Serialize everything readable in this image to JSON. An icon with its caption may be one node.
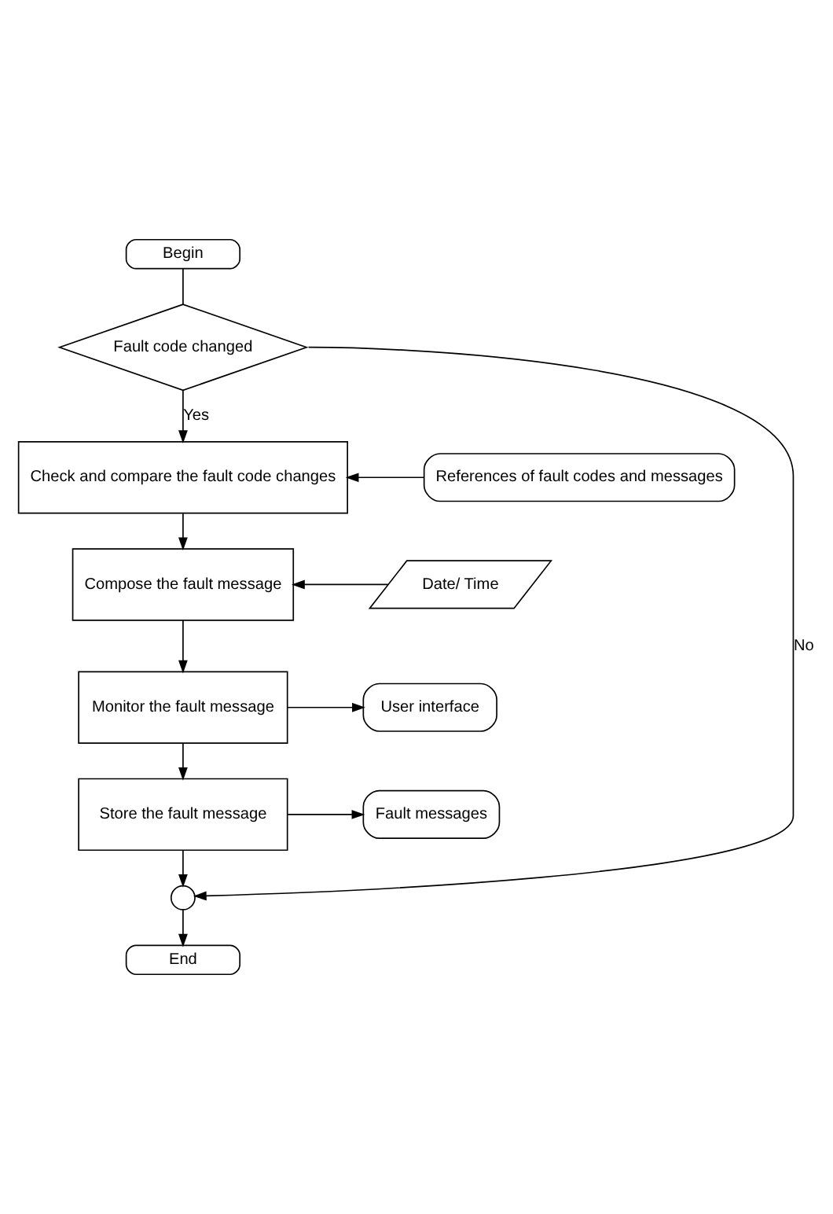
{
  "diagram": {
    "nodes": [
      {
        "text": [
          "Begin"
        ]
      },
      {
        "text": [
          "Fault code changed"
        ]
      },
      {
        "text": [
          "References of fault codes and messages"
        ]
      },
      {
        "text": [
          "Check and compare the fault code changes"
        ]
      },
      {
        "text": [
          "Date/ Time"
        ]
      },
      {
        "text": [
          "Compose the fault message"
        ]
      },
      {
        "text": [
          "User interface"
        ]
      },
      {
        "text": [
          "Monitor the fault message"
        ]
      },
      {
        "text": [
          "Fault messages"
        ]
      },
      {
        "text": [
          "Store the fault message"
        ]
      },
      {
        "text": [],
        "shape": "circle"
      },
      {
        "text": [
          "End"
        ]
      }
    ],
    "edges": [
      {
        "from": 0,
        "to": 1,
        "arrow": "none"
      },
      {
        "from": 1,
        "to": 3,
        "arrow": "to",
        "label": "Yes"
      },
      {
        "from": 2,
        "to": 3,
        "arrow": "to"
      },
      {
        "from": 3,
        "to": 5,
        "arrow": "to"
      },
      {
        "from": 4,
        "to": 5,
        "arrow": "to"
      },
      {
        "from": 5,
        "to": 7,
        "arrow": "to"
      },
      {
        "from": 7,
        "to": 6,
        "arrow": "to"
      },
      {
        "from": 7,
        "to": 9,
        "arrow": "to"
      },
      {
        "from": 9,
        "to": 8,
        "arrow": "to"
      },
      {
        "from": 9,
        "to": 10,
        "arrow": "to"
      },
      {
        "from": 1,
        "to": 10,
        "arrow": "to",
        "label": "No"
      },
      {
        "from": 10,
        "to": 11,
        "arrow": "to"
      }
    ]
  }
}
